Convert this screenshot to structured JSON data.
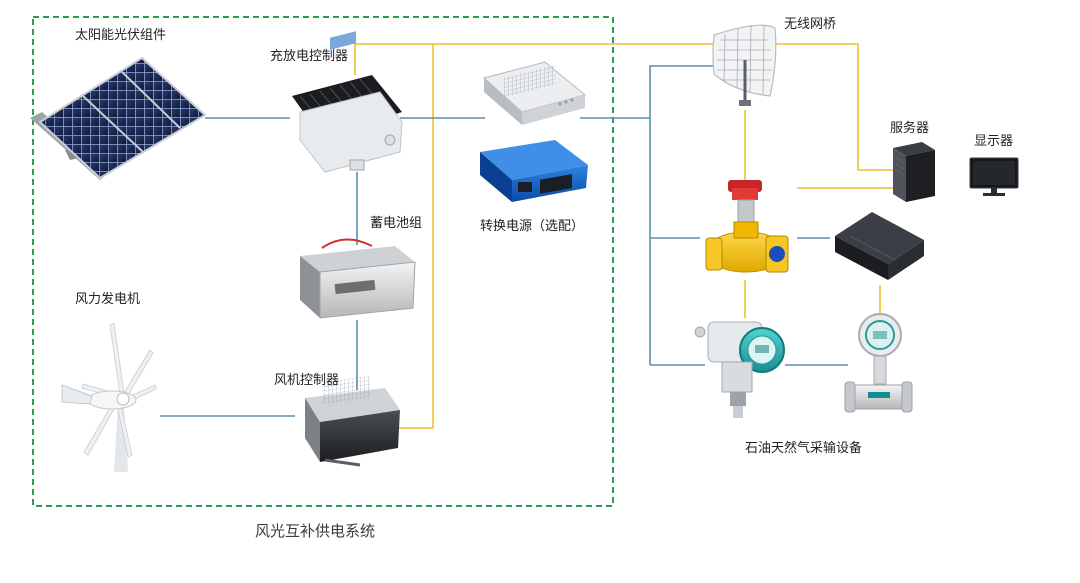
{
  "labels": {
    "solar_panel": "太阳能光伏组件",
    "charge_controller": "充放电控制器",
    "battery": "蓄电池组",
    "wind_turbine": "风力发电机",
    "wind_controller": "风机控制器",
    "converter": "转换电源（选配）",
    "wireless_bridge": "无线网桥",
    "server": "服务器",
    "monitor": "显示器",
    "oil_gas": "石油天然气采输设备",
    "system": "风光互补供电系统"
  },
  "colors": {
    "yellow_line": "#f0c030",
    "blue_line": "#5a8fb0",
    "dashed_box": "#2e9a55"
  }
}
